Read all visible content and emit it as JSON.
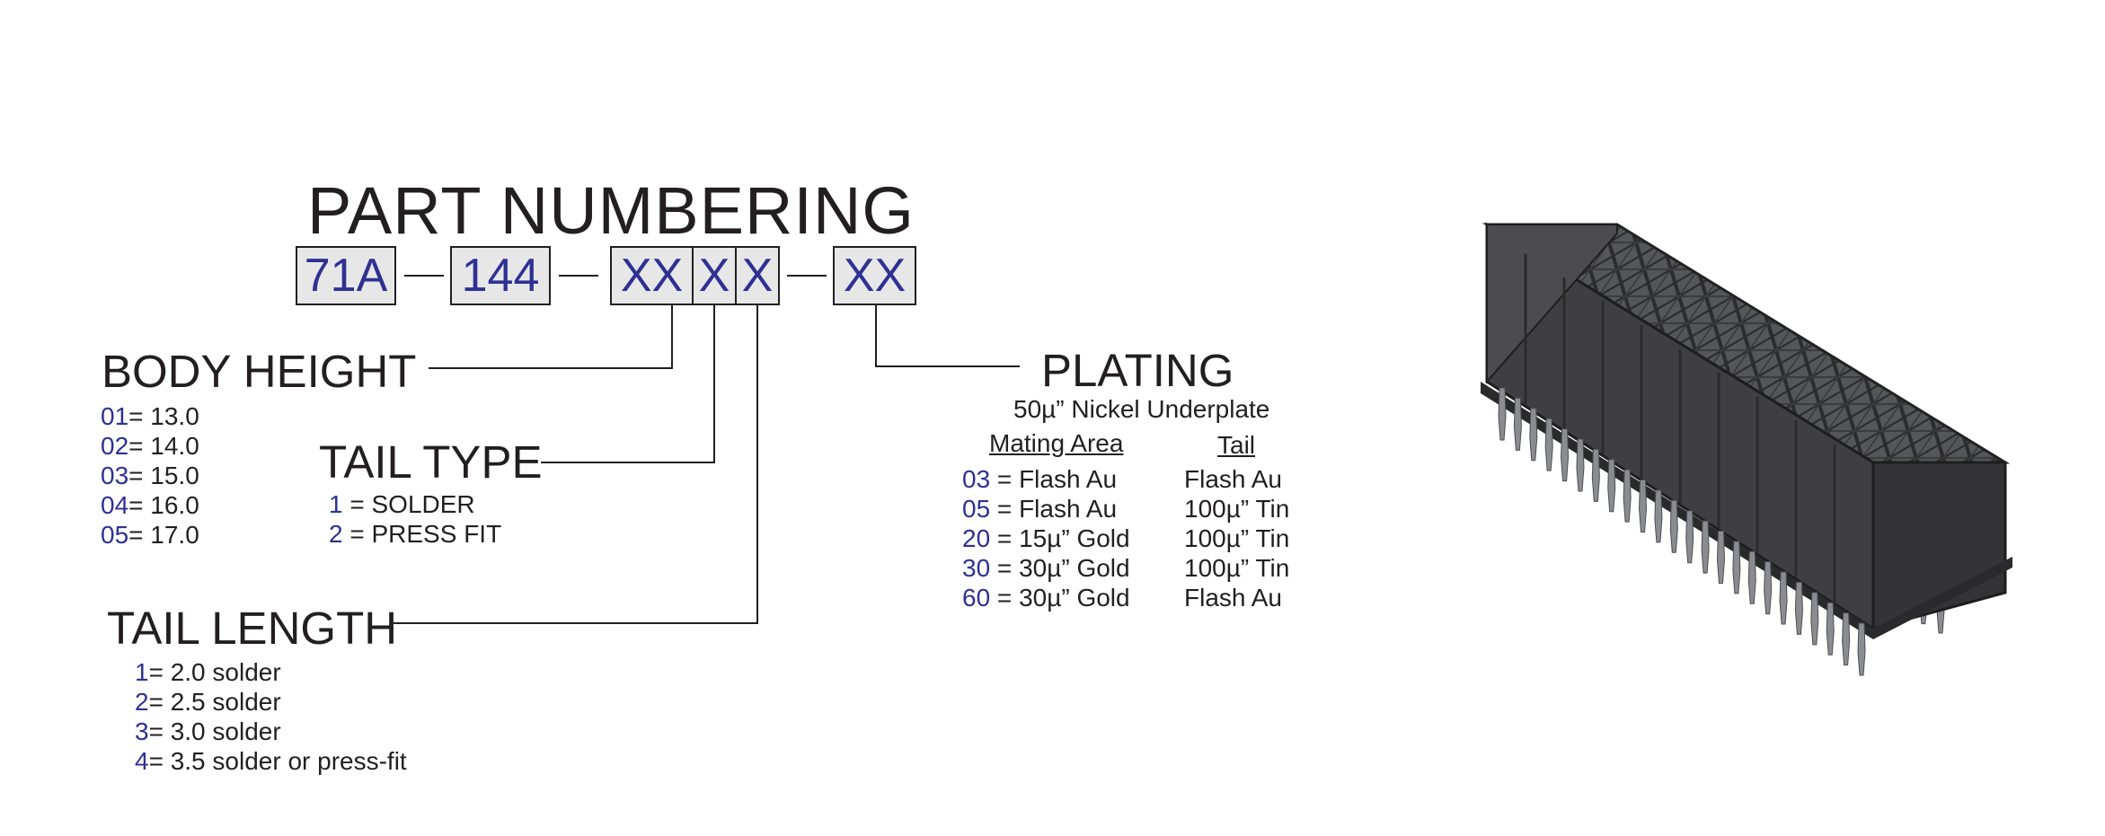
{
  "title": "PART NUMBERING",
  "part_boxes": {
    "series": "71A",
    "positions": "144",
    "body_height": "XX",
    "tail_type": "X",
    "tail_length": "X",
    "plating": "XX"
  },
  "body_height": {
    "heading": "BODY HEIGHT",
    "options": [
      {
        "code": "01",
        "text": "= 13.0"
      },
      {
        "code": "02",
        "text": "= 14.0"
      },
      {
        "code": "03",
        "text": "= 15.0"
      },
      {
        "code": "04",
        "text": "= 16.0"
      },
      {
        "code": "05",
        "text": "= 17.0"
      }
    ]
  },
  "tail_type": {
    "heading": "TAIL TYPE",
    "options": [
      {
        "code": "1",
        "text": " = SOLDER"
      },
      {
        "code": "2",
        "text": " = PRESS FIT"
      }
    ]
  },
  "tail_length": {
    "heading": "TAIL LENGTH",
    "options": [
      {
        "code": "1",
        "text": "= 2.0 solder"
      },
      {
        "code": "2",
        "text": "= 2.5 solder"
      },
      {
        "code": "3",
        "text": "= 3.0 solder"
      },
      {
        "code": "4",
        "text": "= 3.5 solder or press-fit"
      }
    ]
  },
  "plating": {
    "heading": "PLATING",
    "subheading": "50µ” Nickel Underplate",
    "col_mating": "Mating Area",
    "col_tail": "Tail",
    "options": [
      {
        "code": "03",
        "mating": " = Flash Au",
        "tail": "Flash Au"
      },
      {
        "code": "05",
        "mating": " = Flash Au",
        "tail": "100µ” Tin"
      },
      {
        "code": "20",
        "mating": " = 15µ” Gold",
        "tail": "100µ” Tin"
      },
      {
        "code": "30",
        "mating": " = 30µ” Gold",
        "tail": "100µ” Tin"
      },
      {
        "code": "60",
        "mating": " = 30µ” Gold",
        "tail": "Flash Au"
      }
    ]
  },
  "colors": {
    "accent": "#2e3192",
    "text": "#231f20",
    "box_fill": "#e7e7e8",
    "connector_body": "#4a4a4c",
    "connector_pins": "#8a8c90"
  },
  "icons": {
    "product": "connector-illustration"
  }
}
